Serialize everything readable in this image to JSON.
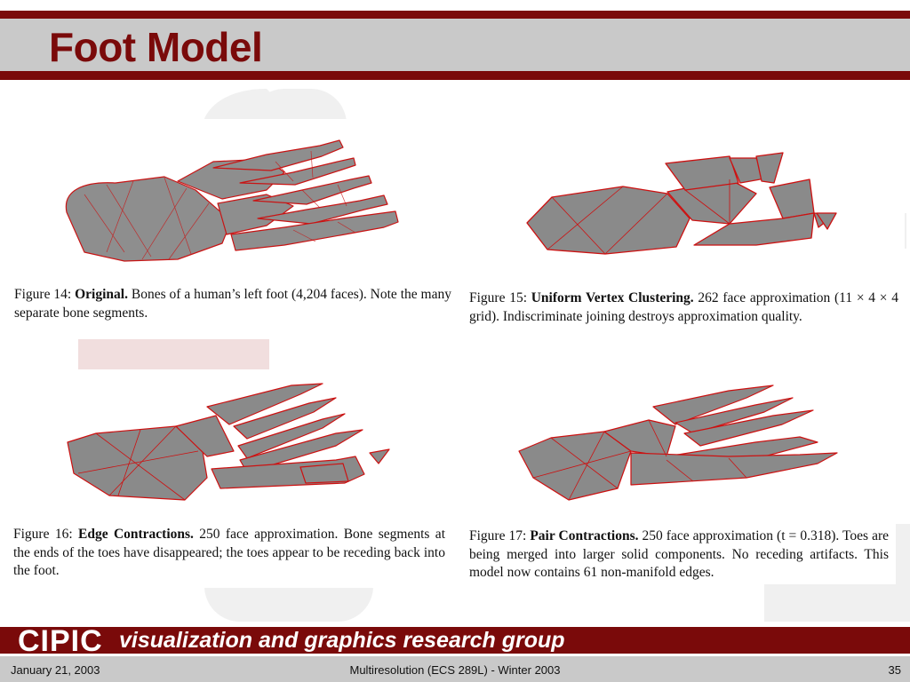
{
  "slide": {
    "title": "Foot Model"
  },
  "colors": {
    "brand": "#7a0a0a",
    "band_gray": "#c9c9c9",
    "mesh_gray": "#8a8a8a",
    "mesh_edge": "#cc1111"
  },
  "figures": [
    {
      "number": "Figure 14:",
      "name": "Original.",
      "text": "Bones of a human’s left foot (4,204 faces). Note the many separate bone segments.",
      "icon": "foot-bones-mesh-icon"
    },
    {
      "number": "Figure 15:",
      "name": "Uniform Vertex Clustering.",
      "text": "262 face approximation (11 × 4 × 4 grid). Indiscriminate joining destroys approximation quality.",
      "icon": "clustered-foot-mesh-icon"
    },
    {
      "number": "Figure 16:",
      "name": "Edge Contractions.",
      "text": "250 face approximation. Bone segments at the ends of the toes have disappeared; the toes appear to be receding back into the foot.",
      "icon": "edge-contracted-foot-mesh-icon"
    },
    {
      "number": "Figure 17:",
      "name": "Pair Contractions.",
      "text": "250 face approximation (t = 0.318). Toes are being merged into larger solid components. No receding artifacts. This model now contains 61 non-manifold edges.",
      "icon": "pair-contracted-foot-mesh-icon"
    }
  ],
  "footer": {
    "logo": "CIPIC",
    "group": "visualization and graphics research group",
    "date": "January 21, 2003",
    "course": "Multiresolution (ECS 289L) - Winter 2003",
    "page": "35"
  }
}
